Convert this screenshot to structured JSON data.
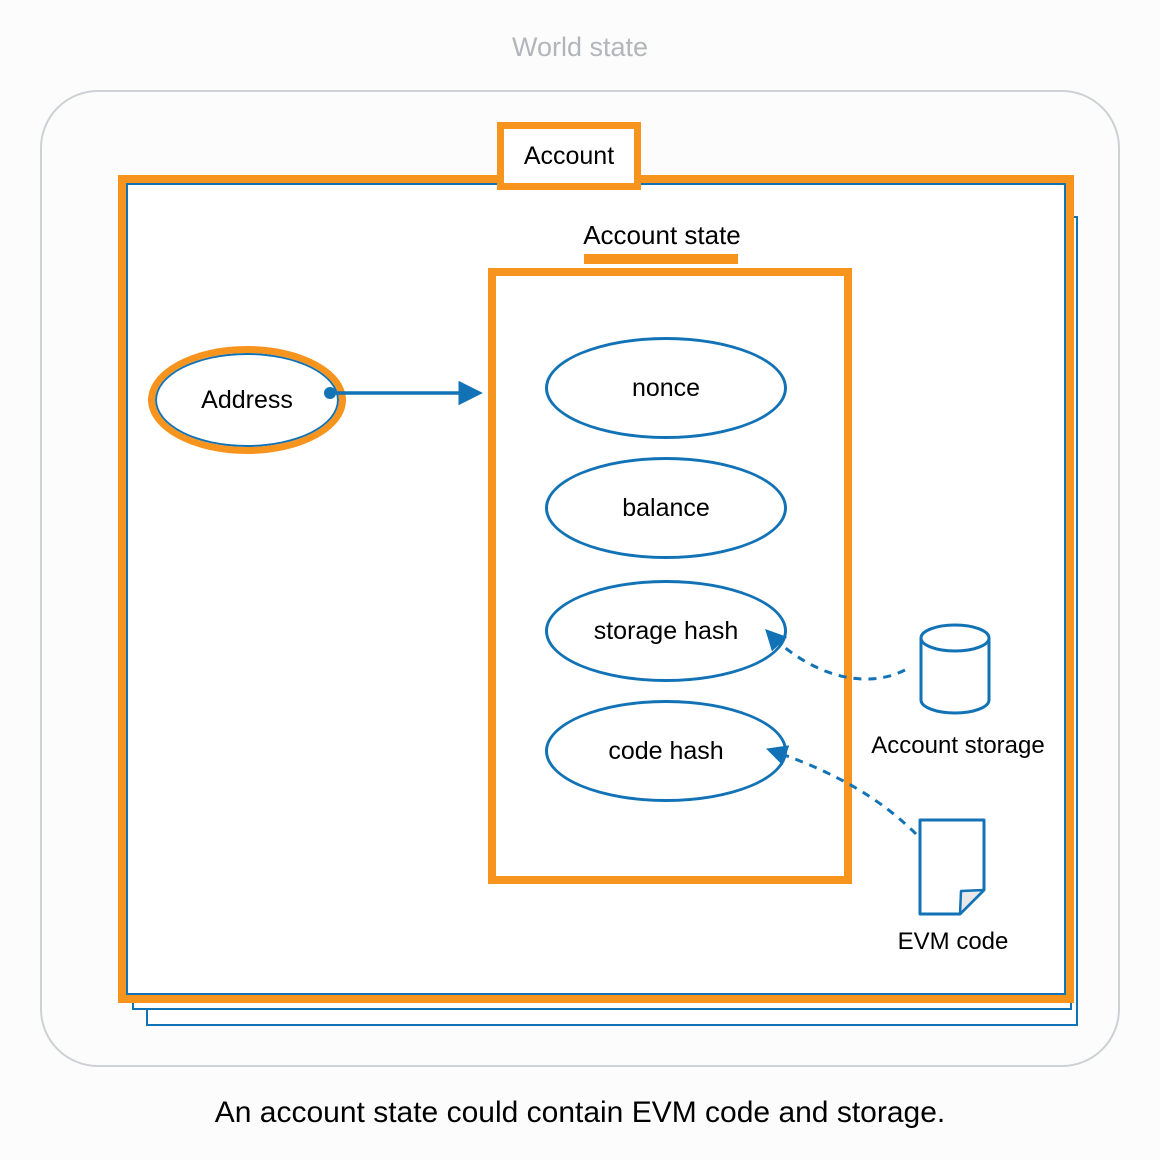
{
  "title": "World state",
  "caption": "An account state could contain EVM code and storage.",
  "account": {
    "label": "Account",
    "state_label": "Account state"
  },
  "address": {
    "label": "Address"
  },
  "fields": [
    {
      "label": "nonce"
    },
    {
      "label": "balance"
    },
    {
      "label": "storage hash"
    },
    {
      "label": "code hash"
    }
  ],
  "storage": {
    "label": "Account storage",
    "icon": "database-cylinder-icon"
  },
  "evm": {
    "label": "EVM code",
    "icon": "document-icon"
  },
  "colors": {
    "accent_orange": "#F7941D",
    "line_blue": "#1272B6",
    "world_border_gray": "#CDD0D4",
    "title_gray": "#B2B5B9"
  }
}
